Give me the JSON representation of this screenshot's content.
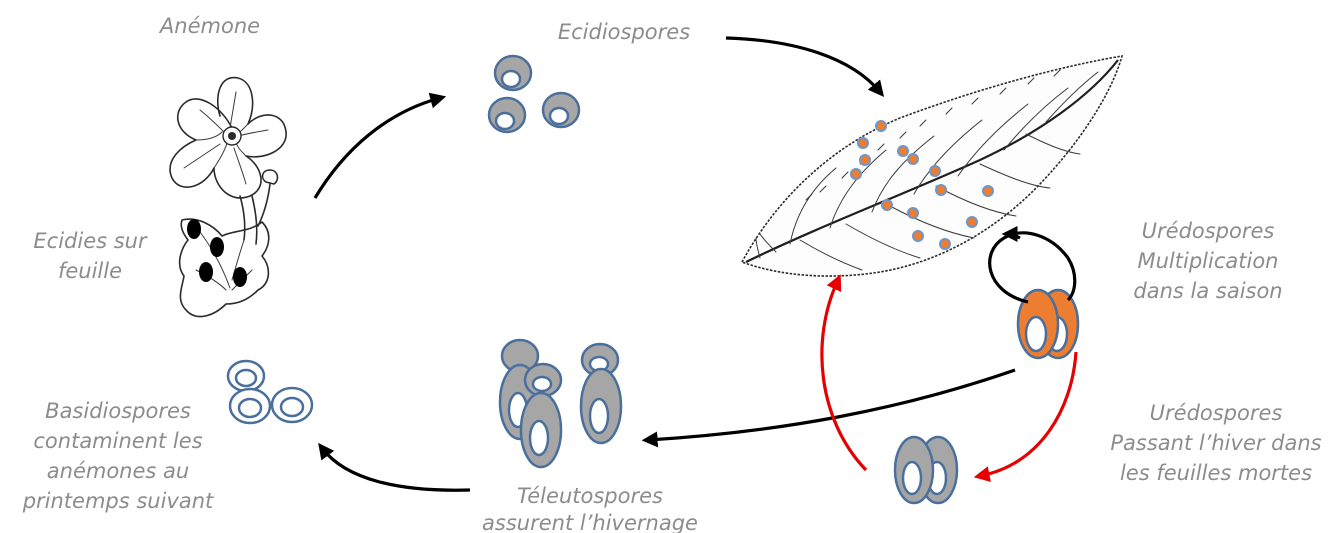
{
  "labels": {
    "anemone": "Anémone",
    "ecidiospores": "Ecidiospores",
    "ecidies_line1": "Ecidies sur",
    "ecidies_line2": "feuille",
    "uredo_multi_line1": "Urédospores",
    "uredo_multi_line2": "Multiplication",
    "uredo_multi_line3": "dans la saison",
    "uredo_hiver_line1": "Urédospores",
    "uredo_hiver_line2": "Passant l’hiver dans",
    "uredo_hiver_line3": "les feuilles mortes",
    "teleuto_line1": "Téleutospores",
    "teleuto_line2": "assurent l’hivernage",
    "basidio_line1": "Basidiospores",
    "basidio_line2": "contaminent les",
    "basidio_line3": "anémones au",
    "basidio_line4": "printemps suivant"
  },
  "colors": {
    "label_text": "#8c8c8c",
    "spore_fill_gray": "#a6a6a6",
    "spore_fill_orange": "#ed7d31",
    "spore_outline": "#4a6f9c",
    "arrow_main": "#000000",
    "arrow_winter": "#e60000"
  },
  "icons": {
    "plant": "anemone-plant-drawing",
    "leaf": "infected-leaf-drawing"
  }
}
